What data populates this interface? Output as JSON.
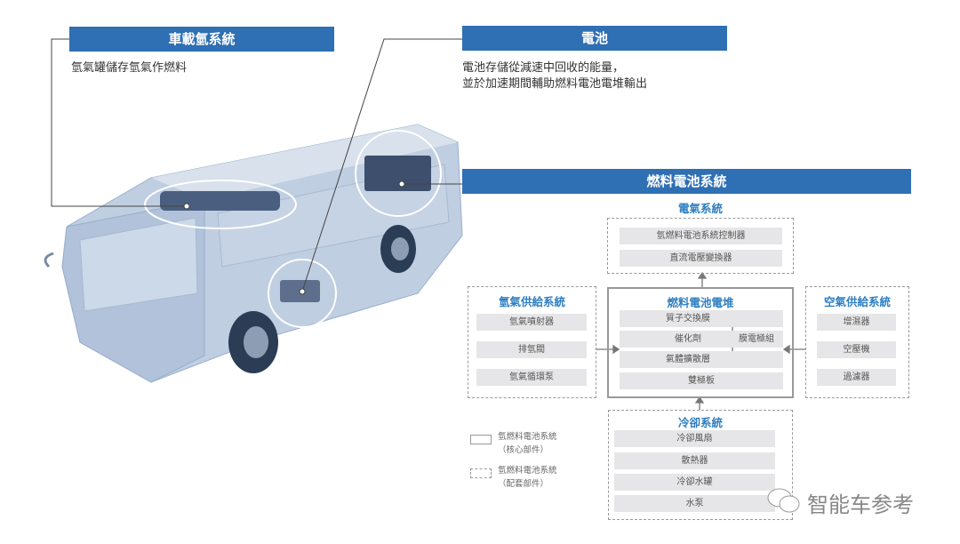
{
  "callouts": [
    {
      "title": "車載氫系統",
      "desc": [
        "氫氣罐儲存氫氣作燃料"
      ]
    },
    {
      "title": "電池",
      "desc": [
        "電池存儲從減速中回收的能量，",
        "並於加速期間輔助燃料電池電堆輸出"
      ]
    },
    {
      "title": "燃料電池系統"
    }
  ],
  "electric": {
    "title": "電氣系統",
    "items": [
      "氫燃料電池系統控制器",
      "直流電壓變換器"
    ]
  },
  "stack": {
    "title": "燃料電池電堆",
    "items": [
      "質子交換膜",
      "催化劑",
      "氣體擴散層",
      "雙極板"
    ],
    "group_label": "膜電極組"
  },
  "hydrogen": {
    "title": "氫氣供給系統",
    "items": [
      "氫氣噴射器",
      "排氫閥",
      "氫氣循環泵"
    ]
  },
  "air": {
    "title": "空氣供給系統",
    "items": [
      "增濕器",
      "空壓機",
      "過濾器"
    ]
  },
  "cooling": {
    "title": "冷卻系統",
    "items": [
      "冷卻風扇",
      "散熱器",
      "冷卻水罐",
      "水泵"
    ]
  },
  "legend": [
    {
      "line1": "氫燃料電池系統",
      "line2": "（核心部件）"
    },
    {
      "line1": "氫燃料電池系統",
      "line2": "（配套部件）"
    }
  ],
  "watermark": "智能车参考",
  "colors": {
    "accent": "#2f6fb3",
    "title": "#2f7fc1"
  }
}
